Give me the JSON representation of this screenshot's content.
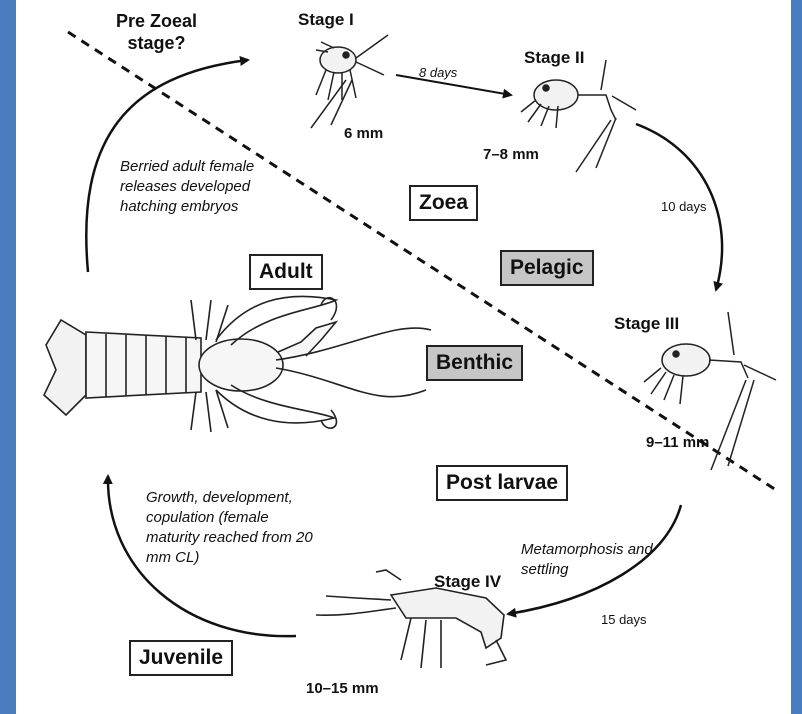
{
  "colors": {
    "frame": "#4a7cc0",
    "boxHighlight": "#c6c6c6",
    "ink": "#111111"
  },
  "stages": {
    "prezoeal": "Pre Zoeal\nstage?",
    "s1": "Stage I",
    "s1_size": "6 mm",
    "s2": "Stage II",
    "s2_size": "7–8 mm",
    "s3": "Stage III",
    "s3_size": "9–11 mm",
    "s4": "Stage IV",
    "s4_size": "10–15 mm"
  },
  "durations": {
    "d1": "8 days",
    "d2": "10 days",
    "d3": "15 days"
  },
  "boxes": {
    "zoea": "Zoea",
    "adult": "Adult",
    "pelagic": "Pelagic",
    "benthic": "Benthic",
    "postlarvae": "Post larvae",
    "juvenile": "Juvenile"
  },
  "notes": {
    "berried": "Berried adult female releases developed hatching embryos",
    "growth": "Growth, development, copulation (female maturity reached from 20 mm CL)",
    "metamorphosis": "Metamorphosis and settling"
  },
  "icons": [
    "lobster-adult-illustration",
    "zoea-stage-1-illustration",
    "zoea-stage-2-illustration",
    "zoea-stage-3-illustration",
    "postlarva-stage-4-illustration"
  ]
}
